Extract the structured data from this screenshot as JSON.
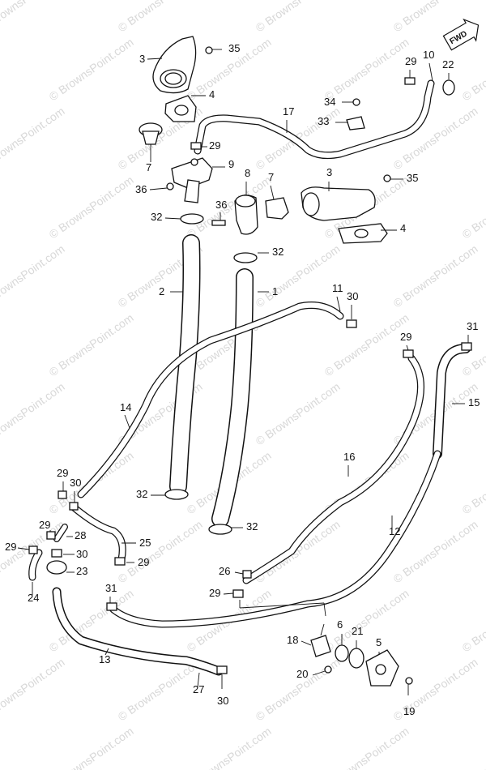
{
  "watermark": "© BrownsPoint.com",
  "direction_badge": "FWD",
  "callouts": [
    {
      "id": "c3a",
      "label": "3"
    },
    {
      "id": "c35a",
      "label": "35"
    },
    {
      "id": "c4a",
      "label": "4"
    },
    {
      "id": "c7a",
      "label": "7"
    },
    {
      "id": "c29a",
      "label": "29"
    },
    {
      "id": "c9",
      "label": "9"
    },
    {
      "id": "c36a",
      "label": "36"
    },
    {
      "id": "c32a",
      "label": "32"
    },
    {
      "id": "c8",
      "label": "8"
    },
    {
      "id": "c7b",
      "label": "7"
    },
    {
      "id": "c3b",
      "label": "3"
    },
    {
      "id": "c35b",
      "label": "35"
    },
    {
      "id": "c36b",
      "label": "36"
    },
    {
      "id": "c4b",
      "label": "4"
    },
    {
      "id": "c32b",
      "label": "32"
    },
    {
      "id": "c29b",
      "label": "29"
    },
    {
      "id": "c10",
      "label": "10"
    },
    {
      "id": "c22",
      "label": "22"
    },
    {
      "id": "c34",
      "label": "34"
    },
    {
      "id": "c33",
      "label": "33"
    },
    {
      "id": "c17",
      "label": "17"
    },
    {
      "id": "c2",
      "label": "2"
    },
    {
      "id": "c1",
      "label": "1"
    },
    {
      "id": "c11",
      "label": "11"
    },
    {
      "id": "c30a",
      "label": "30"
    },
    {
      "id": "c29c",
      "label": "29"
    },
    {
      "id": "c31a",
      "label": "31"
    },
    {
      "id": "c15",
      "label": "15"
    },
    {
      "id": "c14",
      "label": "14"
    },
    {
      "id": "c16",
      "label": "16"
    },
    {
      "id": "c29d",
      "label": "29"
    },
    {
      "id": "c30b",
      "label": "30"
    },
    {
      "id": "c32c",
      "label": "32"
    },
    {
      "id": "c12",
      "label": "12"
    },
    {
      "id": "c32d",
      "label": "32"
    },
    {
      "id": "c29e",
      "label": "29"
    },
    {
      "id": "c28",
      "label": "28"
    },
    {
      "id": "c25",
      "label": "25"
    },
    {
      "id": "c29f",
      "label": "29"
    },
    {
      "id": "c30c",
      "label": "30"
    },
    {
      "id": "c29g",
      "label": "29"
    },
    {
      "id": "c23",
      "label": "23"
    },
    {
      "id": "c26",
      "label": "26"
    },
    {
      "id": "c24",
      "label": "24"
    },
    {
      "id": "c31b",
      "label": "31"
    },
    {
      "id": "c29h",
      "label": "29"
    },
    {
      "id": "c6",
      "label": "6"
    },
    {
      "id": "c21",
      "label": "21"
    },
    {
      "id": "c5",
      "label": "5"
    },
    {
      "id": "c18",
      "label": "18"
    },
    {
      "id": "c13",
      "label": "13"
    },
    {
      "id": "c20",
      "label": "20"
    },
    {
      "id": "c27",
      "label": "27"
    },
    {
      "id": "c19",
      "label": "19"
    },
    {
      "id": "c30d",
      "label": "30"
    }
  ]
}
